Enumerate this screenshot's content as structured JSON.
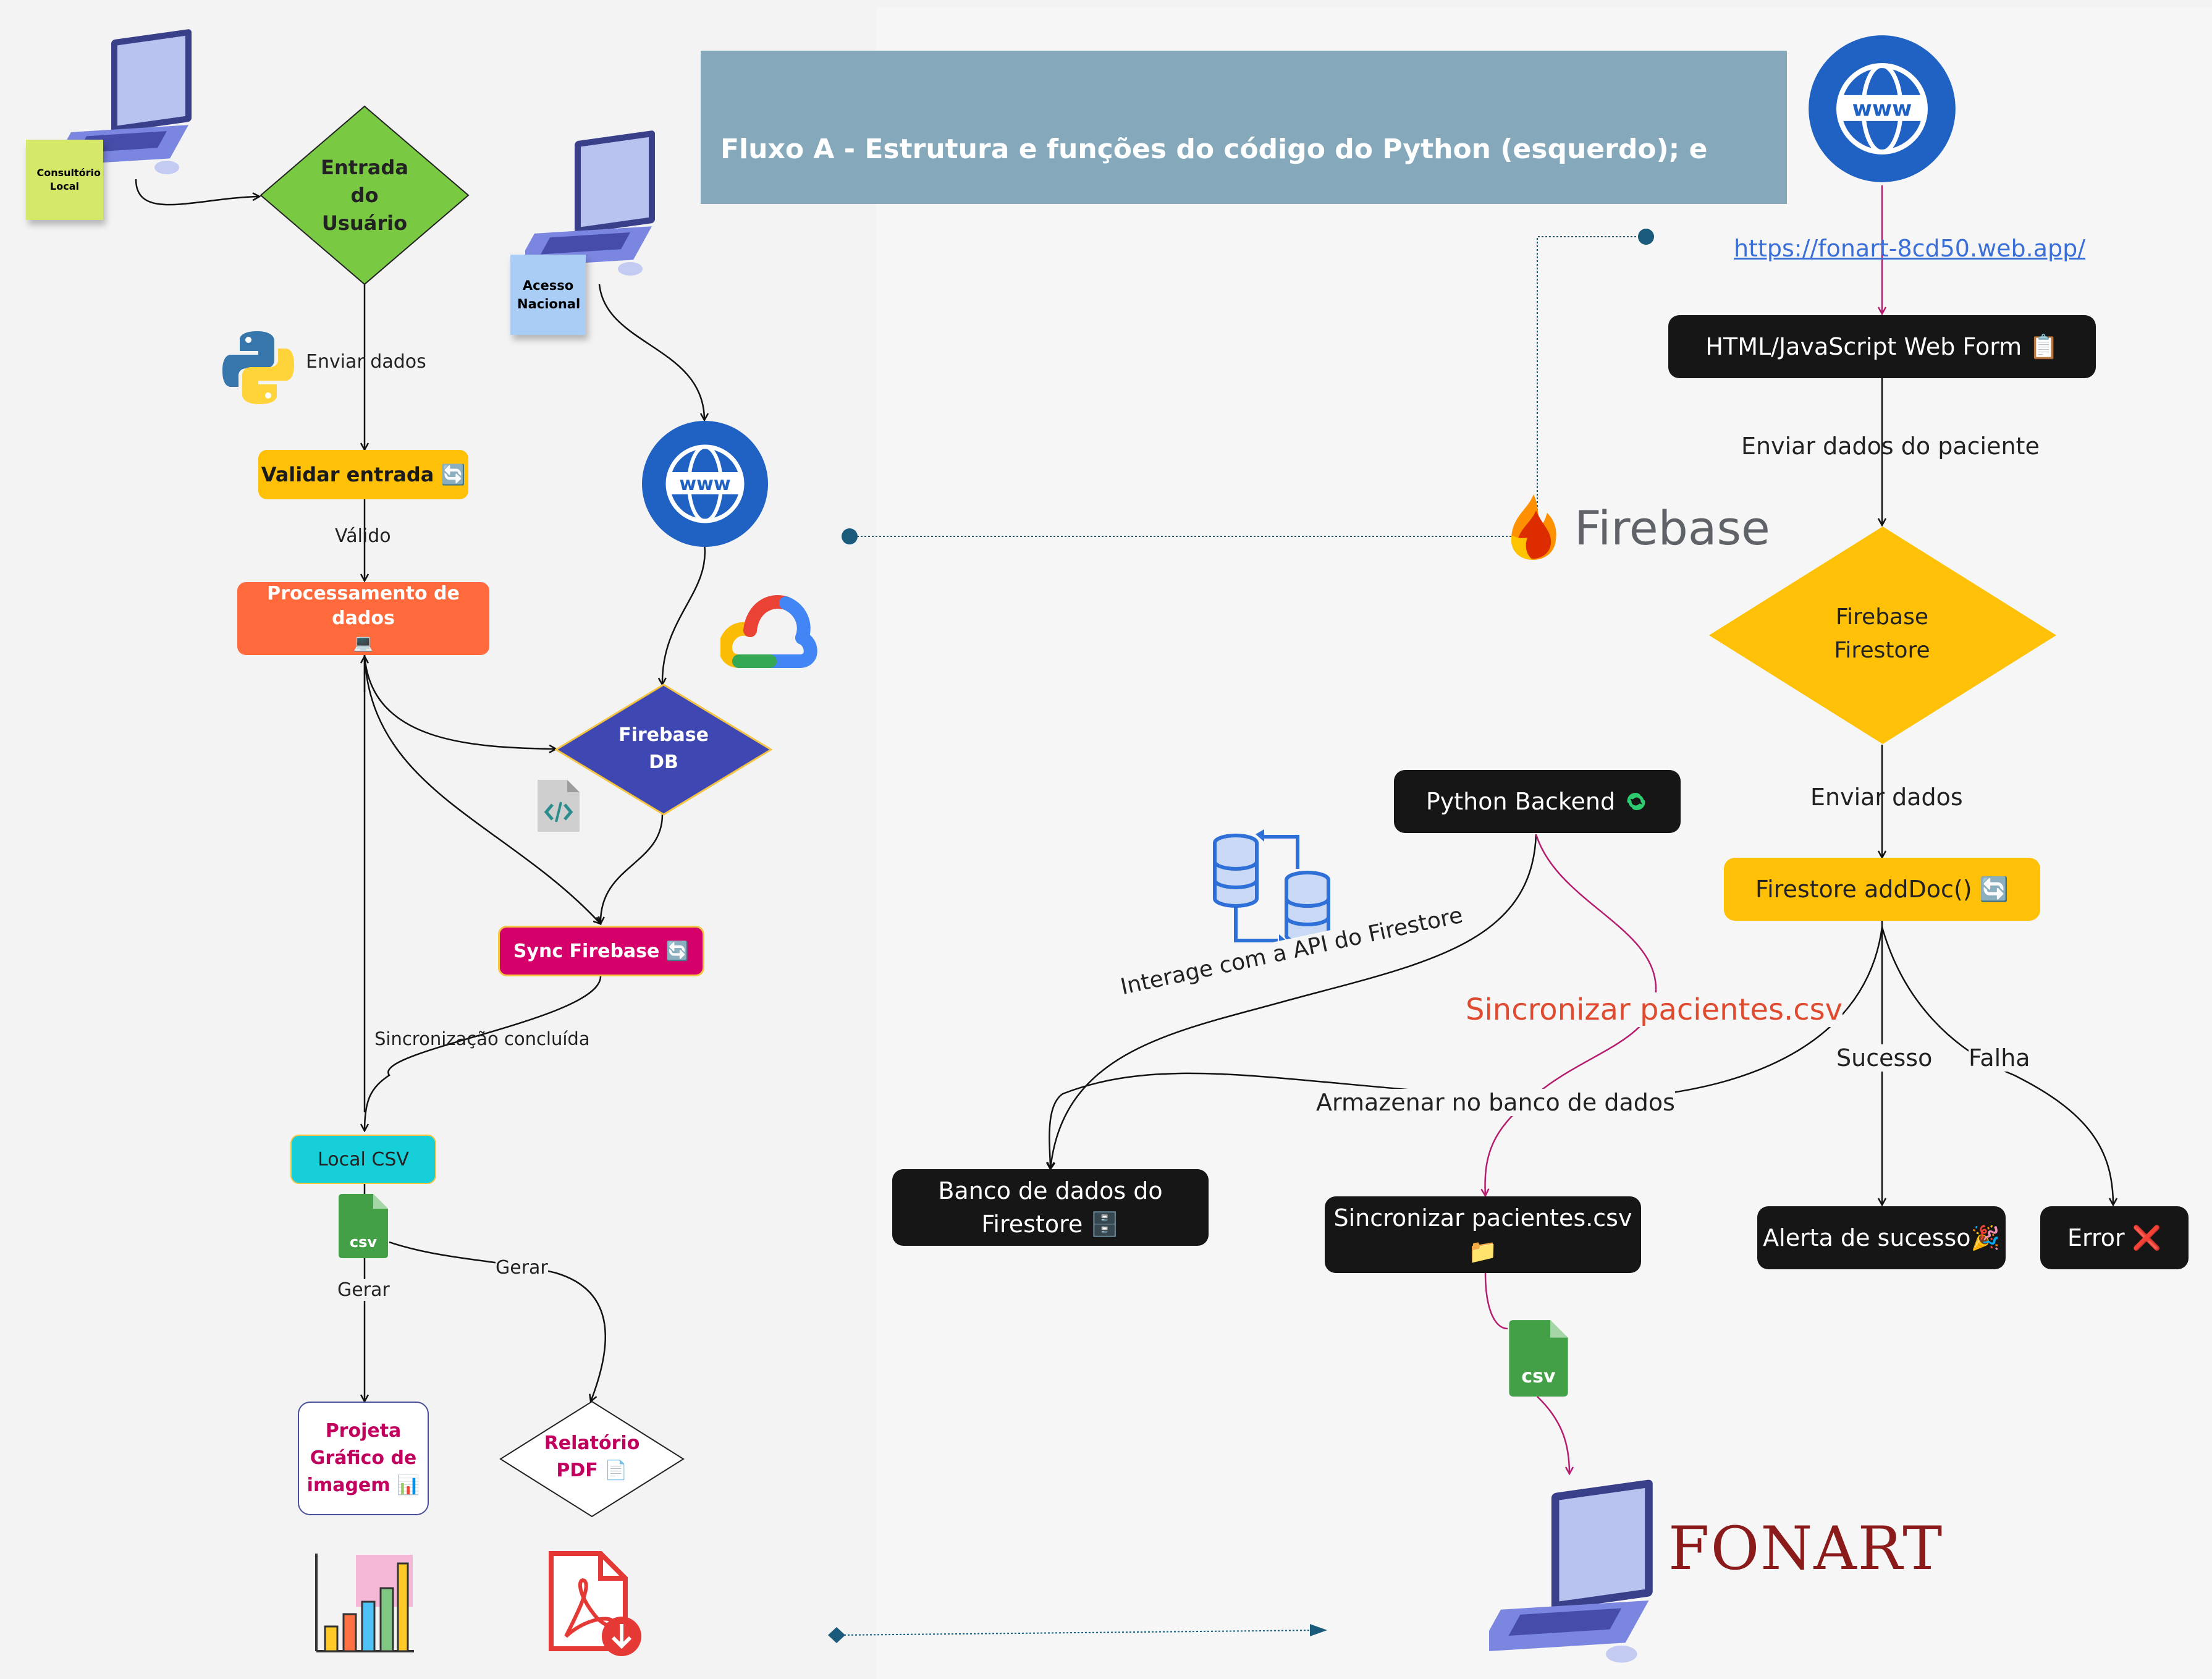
{
  "banner": {
    "title": "Fluxo A - Estrutura e funções do código do Python (esquerdo); e"
  },
  "left": {
    "sticky_local": "Consultório Local",
    "sticky_nacional": "Acesso Nacional",
    "entrada": [
      "Entrada",
      "do",
      "Usuário"
    ],
    "enviar_dados": "Enviar dados",
    "validar": "Validar entrada 🔄",
    "valido": "Válido",
    "processamento": "Processamento de dados",
    "processamento_icon": "💻",
    "firebase_db": [
      "Firebase",
      "DB"
    ],
    "sync": "Sync Firebase 🔄",
    "sincronizacao": "Sincronização concluída",
    "local_csv": "Local CSV",
    "csv_icon_label": "csv",
    "gerar_left": "Gerar",
    "gerar_right": "Gerar",
    "projeta": [
      "Projeta",
      "Gráfico de",
      "imagem 📊"
    ],
    "relatorio": [
      "Relatório",
      "PDF 📄"
    ]
  },
  "right": {
    "url": "https://fonart-8cd50.web.app/",
    "web_form": "HTML/JavaScript Web Form 📋",
    "enviar_paciente": "Enviar dados do paciente",
    "firebase_logo": "Firebase",
    "firestore": [
      "Firebase",
      "Firestore"
    ],
    "enviar_dados": "Enviar dados",
    "adddoc": "Firestore addDoc() 🔄",
    "python_backend": "Python Backend",
    "interage": "Interage com a API do Firestore",
    "sincronizar_label": "Sincronizar pacientes.csv",
    "armazenar": "Armazenar no banco de dados",
    "sucesso": "Sucesso",
    "falha": "Falha",
    "banco": [
      "Banco de dados do",
      "Firestore 🗄️"
    ],
    "sincronizar_box": [
      "Sincronizar pacientes.csv",
      "📁"
    ],
    "alerta": "Alerta de sucesso🎉",
    "error": "Error ❌",
    "csv_icon_label": "csv",
    "fonart": "FONART"
  },
  "colors": {
    "banner": "#85a9ba",
    "entrada": "#7ac943",
    "yellow": "#ffc107",
    "orange": "#ff6a3d",
    "indigo": "#3f47b3",
    "magenta": "#d6006a",
    "cyan": "#17cfd8",
    "dark": "#161616",
    "www": "#1f62c4",
    "pink_arrow": "#b51c6e",
    "fonart": "#8b1a1a",
    "link": "#3b6fd8"
  },
  "icons": [
    "laptop-icon",
    "python-icon",
    "www-globe-icon",
    "google-cloud-icon",
    "code-file-icon",
    "csv-file-icon",
    "bar-chart-icon",
    "pdf-file-icon",
    "database-sync-icon",
    "firebase-flame-icon"
  ]
}
